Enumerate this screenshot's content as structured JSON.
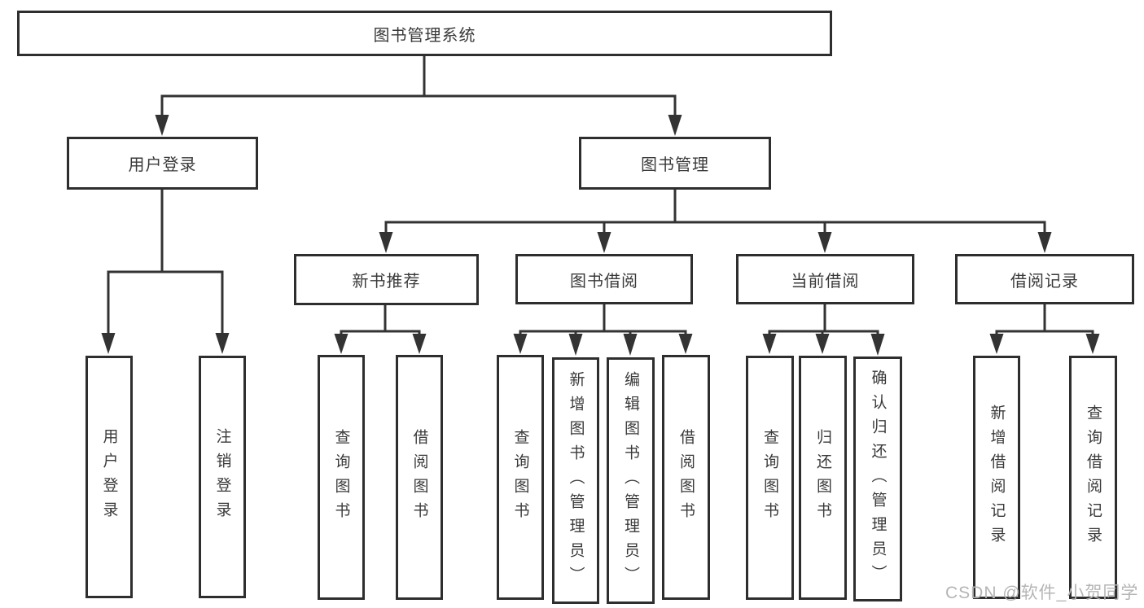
{
  "diagram_type": "hierarchy-tree",
  "nodes": {
    "root": "图书管理系统",
    "user_login": "用户登录",
    "book_management": "图书管理",
    "new_book_recommend": "新书推荐",
    "book_borrowing": "图书借阅",
    "current_borrowing": "当前借阅",
    "borrowing_records": "借阅记录",
    "leaf_user_login": "用户登录",
    "leaf_logout": "注销登录",
    "leaf_query_books_1": "查询图书",
    "leaf_borrow_books_1": "借阅图书",
    "leaf_query_books_2": "查询图书",
    "leaf_add_books_admin": "新增图书（管理员）",
    "leaf_edit_books_admin": "编辑图书（管理员）",
    "leaf_borrow_books_2": "借阅图书",
    "leaf_query_books_3": "查询图书",
    "leaf_return_books": "归还图书",
    "leaf_confirm_return_admin": "确认归还（管理员）",
    "leaf_add_borrow_record": "新增借阅记录",
    "leaf_query_borrow_record": "查询借阅记录"
  },
  "hierarchy": {
    "图书管理系统": {
      "用户登录": [
        "用户登录",
        "注销登录"
      ],
      "图书管理": {
        "新书推荐": [
          "查询图书",
          "借阅图书"
        ],
        "图书借阅": [
          "查询图书",
          "新增图书（管理员）",
          "编辑图书（管理员）",
          "借阅图书"
        ],
        "当前借阅": [
          "查询图书",
          "归还图书",
          "确认归还（管理员）"
        ],
        "借阅记录": [
          "新增借阅记录",
          "查询借阅记录"
        ]
      }
    }
  },
  "watermark": "CSDN @软件_小贺同学",
  "colors": {
    "line": "#333333",
    "box_border": "#2e2e2e",
    "text": "#3a3a3a",
    "watermark": "#b5b5b5",
    "background": "#ffffff"
  }
}
